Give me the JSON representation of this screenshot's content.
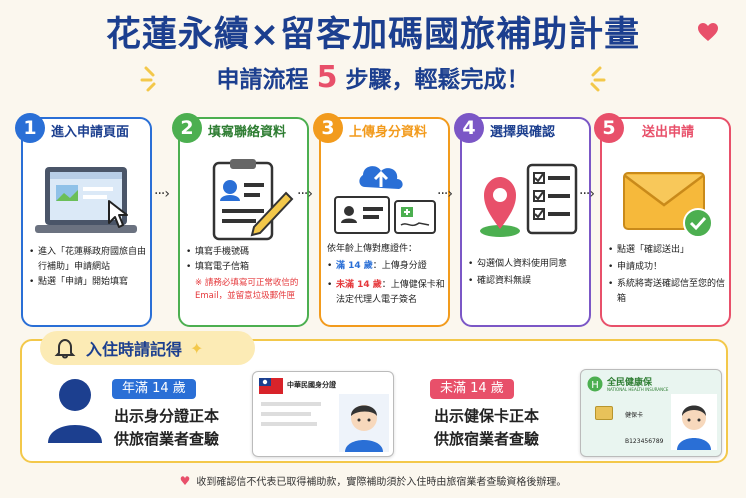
{
  "header": {
    "title": "花蓮永續×留客加碼國旅補助計畫",
    "subtitle_before": "申請流程 ",
    "subtitle_num": "5",
    "subtitle_after": " 步驟，輕鬆完成！"
  },
  "steps": [
    {
      "num": "1",
      "title": "進入申請頁面",
      "color": "#2a6fd6",
      "items": [
        "進入「花蓮縣政府國旅自由行補助」申請網站",
        "點選「申請」開始填寫"
      ]
    },
    {
      "num": "2",
      "title": "填寫聯絡資料",
      "color": "#4caf50",
      "items": [
        "填寫手機號碼",
        "填寫電子信箱"
      ],
      "note": "※ 請務必填寫可正常收信的Email，並留意垃圾郵件匣"
    },
    {
      "num": "3",
      "title": "上傳身分資料",
      "color": "#f29b1d",
      "intro": "依年齡上傳對應證件：",
      "items": [
        "滿 14 歲：上傳身分證",
        "未滿 14 歲：上傳健保卡和法定代理人電子簽名"
      ],
      "item_labels": [
        "滿 14 歲",
        "未滿 14 歲"
      ],
      "item_texts": [
        "：上傳身分證",
        "：上傳健保卡和法定代理人電子簽名"
      ]
    },
    {
      "num": "4",
      "title": "選擇與確認",
      "color": "#7b57c6",
      "items": [
        "勾選個人資料使用同意",
        "確認資料無誤"
      ]
    },
    {
      "num": "5",
      "title": "送出申請",
      "color": "#e8506a",
      "items": [
        "點選「確認送出」",
        "申請成功！",
        "系統將寄送確認信至您的信箱"
      ]
    }
  ],
  "checkin": {
    "title": "入住時請記得",
    "adult": {
      "badge": "年滿 14 歲",
      "text_line1": "出示身分證正本",
      "text_line2": "供旅宿業者查驗",
      "card_label": "中華民國身分證"
    },
    "child": {
      "badge": "未滿 14 歲",
      "text_line1": "出示健保卡正本",
      "text_line2": "供旅宿業者查驗",
      "card_label": "全民健康保",
      "card_sub": "NATIONAL HEALTH INSURANCE",
      "card_name": "健保卡",
      "card_number": "B123456789"
    }
  },
  "footer": {
    "note": "收到確認信不代表已取得補助款，實際補助須於入住時由旅宿業者查驗資格後辦理。"
  },
  "colors": {
    "navy": "#1c3f8f",
    "pink": "#e8506a",
    "yellow": "#f3c84a"
  },
  "icons": [
    "heart-icon",
    "sparkle-icon",
    "laptop-icon",
    "clipboard-icon",
    "cloud-upload-icon",
    "map-pin-icon",
    "checklist-icon",
    "envelope-icon",
    "bell-icon",
    "person-icon",
    "id-card-icon",
    "health-card-icon"
  ]
}
